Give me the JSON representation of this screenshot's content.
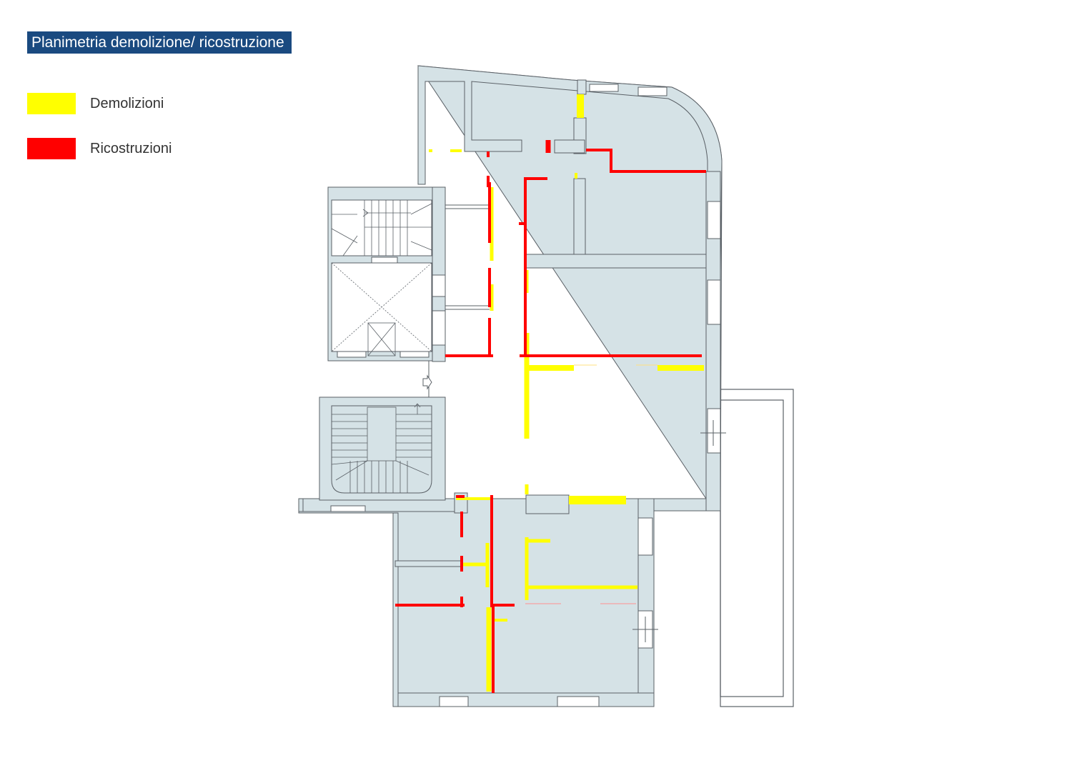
{
  "title": "Planimetria demolizione/ ricostruzione",
  "legend": [
    {
      "label": "Demolizioni",
      "color": "#ffff00"
    },
    {
      "label": "Ricostruzioni",
      "color": "#ff0000"
    }
  ],
  "colors": {
    "wall": "#d5e2e6",
    "outline": "#5a6066",
    "title_bg": "#1a4a80",
    "demolition": "#ffff00",
    "reconstruction": "#ff0000"
  }
}
